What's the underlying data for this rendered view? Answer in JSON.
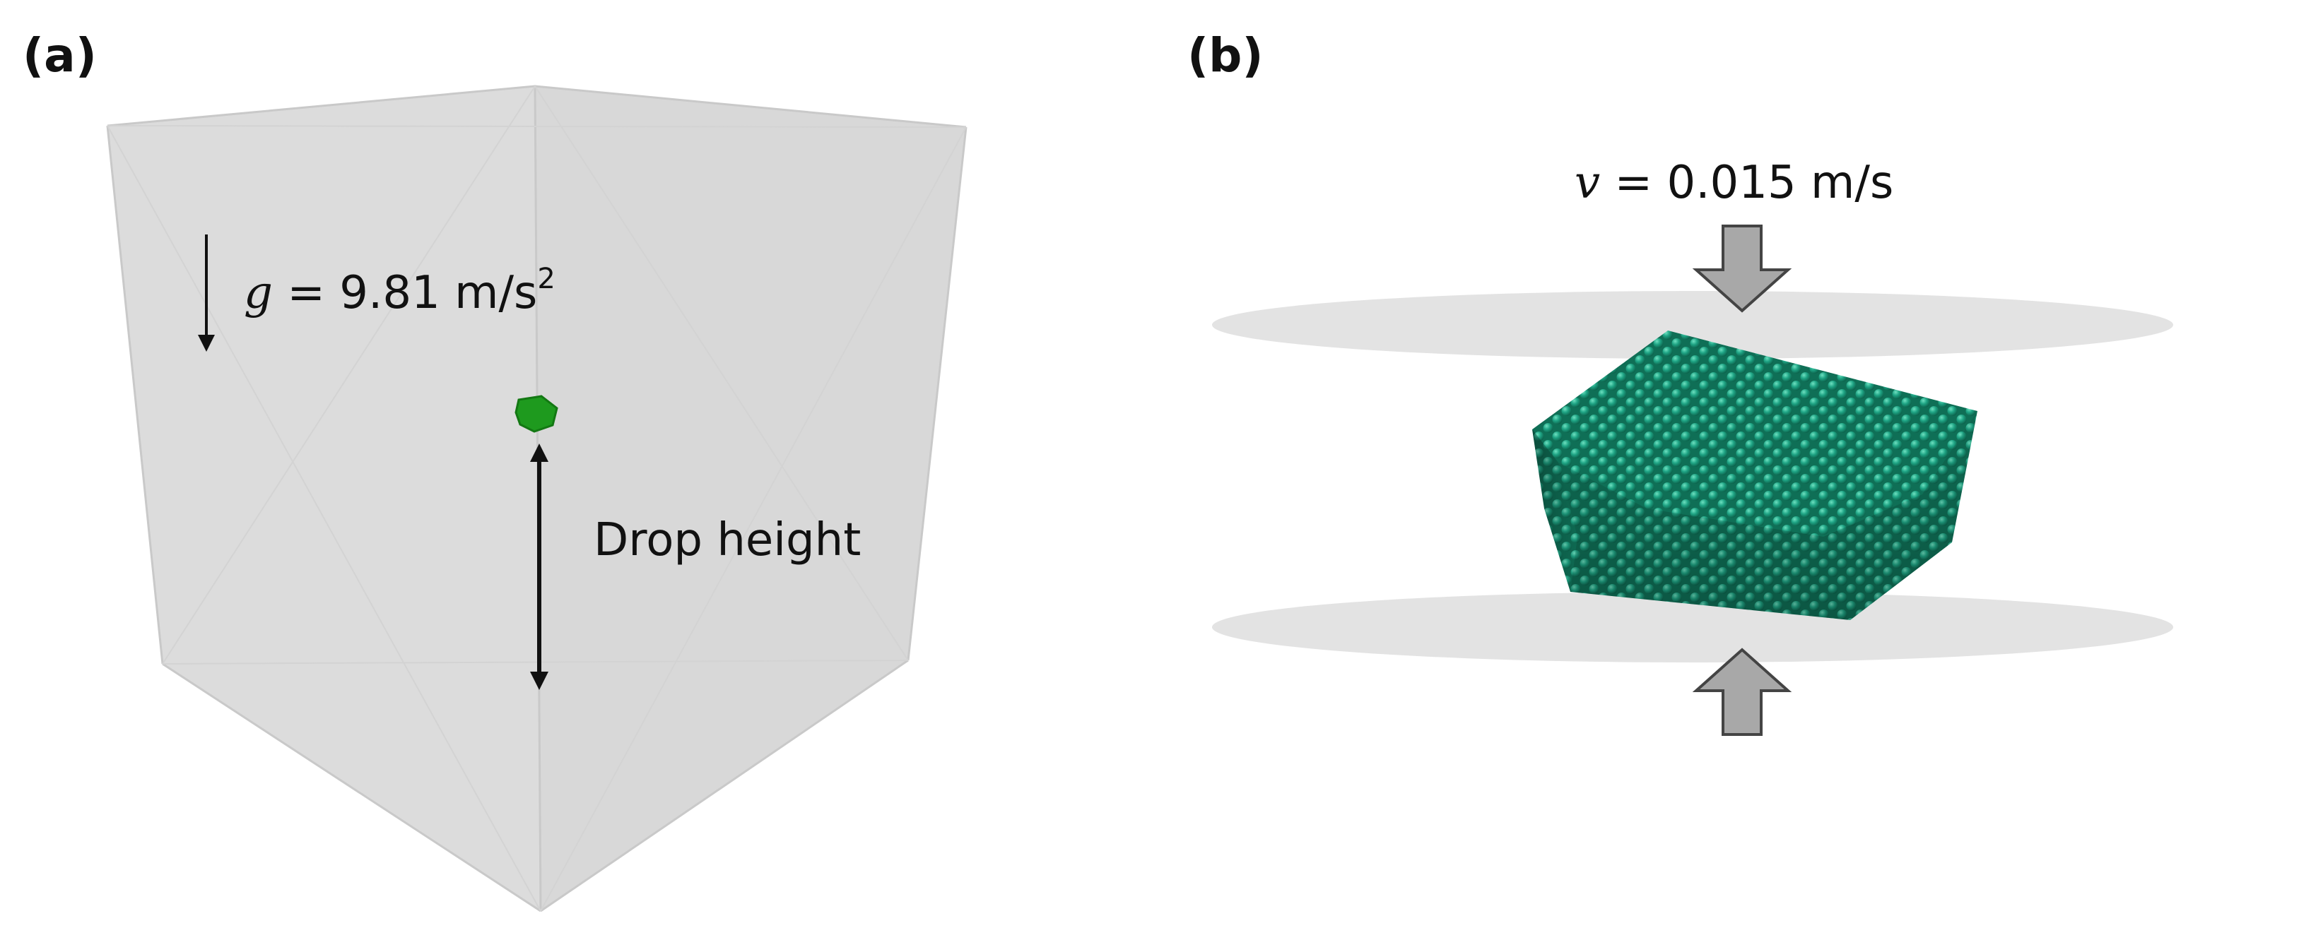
{
  "panel_a": {
    "label": "(a)",
    "gravity": {
      "symbol": "g",
      "text": " = 9.81 m/s",
      "sup": "2"
    },
    "drop_label": "Drop height"
  },
  "panel_b": {
    "label": "(b)",
    "velocity": {
      "symbol": "v",
      "text": " = 0.015 m/s"
    }
  },
  "colors": {
    "box_fill": "#dcdcdc",
    "particle_green": "#1e9a1e",
    "sphere_teal": "#1d9e80",
    "plate_gray": "#e3e3e3",
    "arrow_gray": "#a8a8a8"
  }
}
